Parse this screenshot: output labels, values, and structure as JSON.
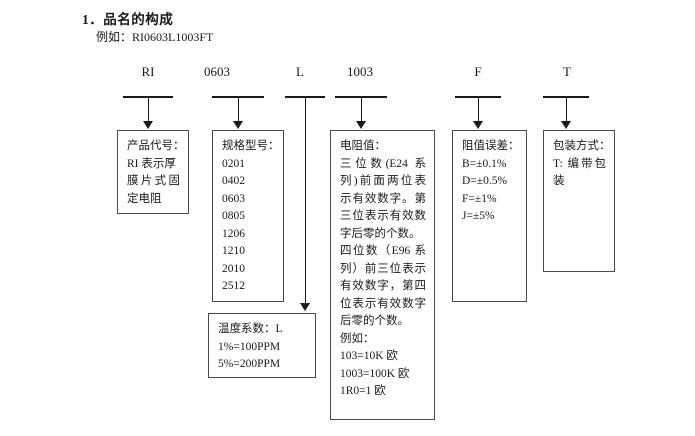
{
  "document": {
    "heading": "1．品名的构成",
    "example": "例如：RI0603L1003FT"
  },
  "part_code_segments": [
    {
      "label": "RI",
      "name": "product-code"
    },
    {
      "label": "0603",
      "name": "size-code"
    },
    {
      "label": "L",
      "name": "temperature-coefficient-code"
    },
    {
      "label": "1003",
      "name": "resistance-value-code"
    },
    {
      "label": "F",
      "name": "tolerance-code"
    },
    {
      "label": "T",
      "name": "packaging-code"
    }
  ],
  "boxes": {
    "product_code": {
      "title": "产品代号：",
      "lines": [
        "RI 表示厚",
        "膜片式固",
        "定电阻"
      ]
    },
    "size_type": {
      "title": "规格型号：",
      "lines": [
        "0201",
        "0402",
        "0603",
        "0805",
        "1206",
        "1210",
        "2010",
        "2512"
      ]
    },
    "temperature_coefficient": {
      "title": "温度系数：L",
      "lines": [
        "1%=100PPM",
        "5%=200PPM"
      ]
    },
    "resistance_value": {
      "title": "电阻值：",
      "lines": [
        "三位数(E24 系",
        "列)前面两位表",
        "示有效数字。第",
        "三位表示有效数",
        "字后零的个数。",
        "四位数（E96 系",
        "列）前三位表示",
        "有效数字，第四",
        "位表示有效数字",
        "后零的个数。",
        "例如：",
        "103=10K 欧",
        "1003=100K 欧",
        "1R0=1 欧"
      ]
    },
    "tolerance": {
      "title": "阻值误差：",
      "lines": [
        "B=±0.1%",
        "D=±0.5%",
        "F=±1%",
        "J=±5%"
      ]
    },
    "packaging": {
      "title": "包装方式：",
      "lines": [
        "T: 编带包",
        "装"
      ]
    }
  },
  "colors": {
    "text": "#1a1a1a",
    "box_border": "#4a4a4a",
    "connector": "#1a1a1a",
    "background": "#ffffff"
  }
}
